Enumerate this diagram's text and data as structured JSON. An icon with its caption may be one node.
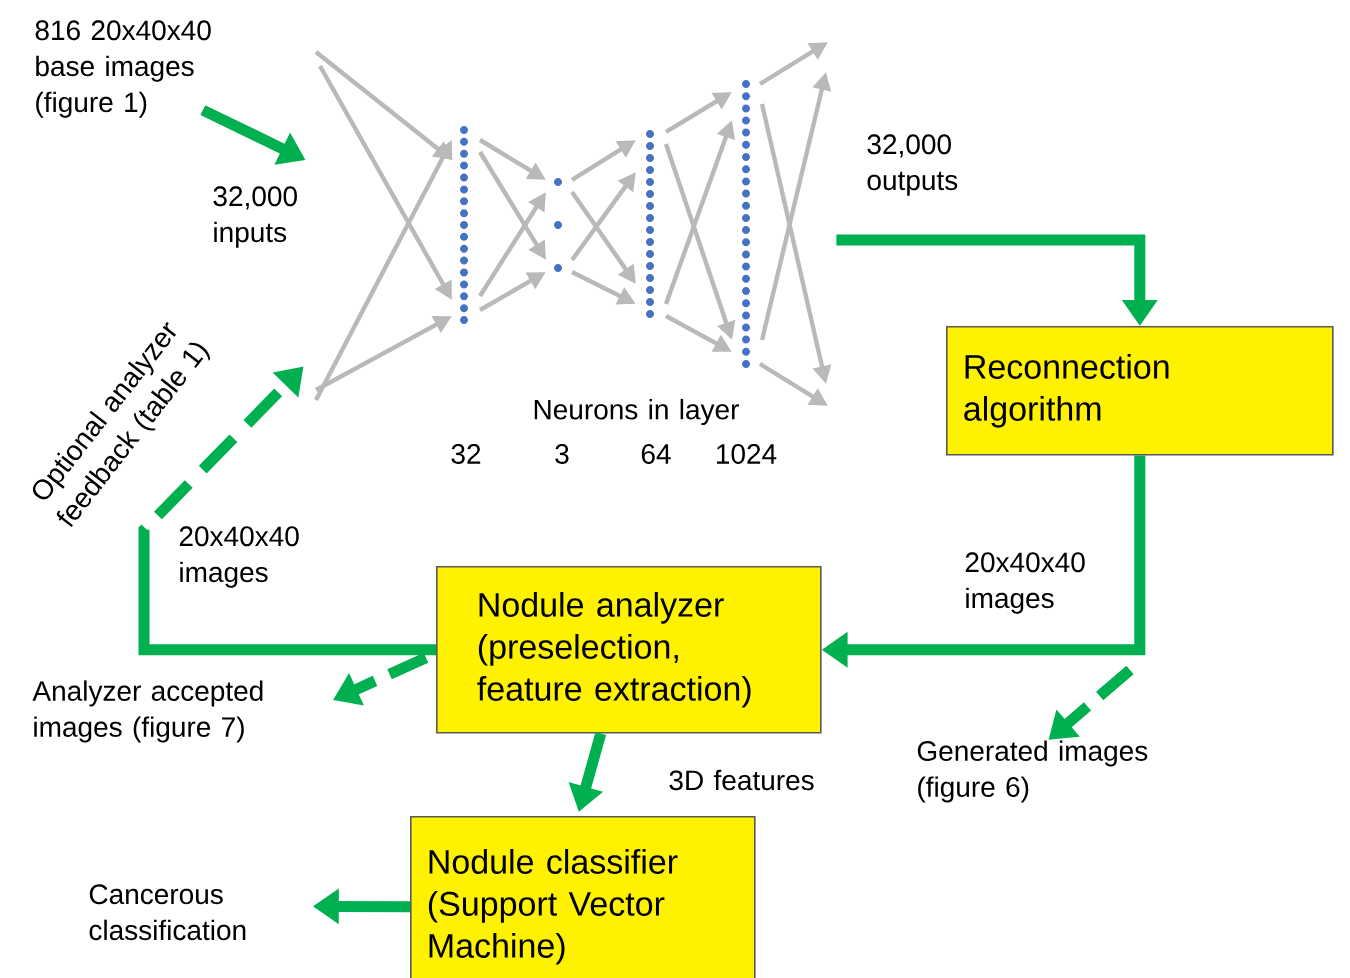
{
  "diagram": {
    "nodes": [
      {
        "text": [
          "816 20x40x40 base images (figure 1)"
        ]
      },
      {
        "text": [],
        "shape": "picture"
      },
      {
        "text": [
          "Reconnection algorithm"
        ]
      },
      {
        "text": [
          "Nodule analyzer (preselection, feature extraction)"
        ]
      },
      {
        "text": [
          "Analyzer accepted images (figure 7)"
        ]
      },
      {
        "text": [
          "Generated images (figure 6)"
        ]
      },
      {
        "text": [
          "Nodule classifier (Support Vector Machine)"
        ]
      },
      {
        "text": [
          "Cancerous classification"
        ]
      }
    ],
    "edges": [
      {
        "from": 0,
        "to": 1,
        "arrow": "to"
      },
      {
        "from": 1,
        "to": 2,
        "arrow": "to",
        "label": "32,000 outputs"
      },
      {
        "from": 2,
        "to": 3,
        "arrow": "to",
        "label": "20x40x40 images"
      },
      {
        "from": null,
        "to": 5,
        "arrow": "to",
        "style": "dashed"
      },
      {
        "from": 3,
        "to": 4,
        "arrow": "to",
        "style": "dashed"
      },
      {
        "from": 3,
        "to": 6,
        "arrow": "to",
        "label": "3D features"
      },
      {
        "from": 6,
        "to": 7,
        "arrow": "to"
      },
      {
        "from": 3,
        "to": 1,
        "arrow": "to",
        "style": "dashed",
        "label": "Optional analyzer feedback (table 1)"
      }
    ],
    "labels": [
      "32,000 inputs",
      "20x40x40 images",
      "Neurons in layer",
      "32",
      "3",
      "64",
      "1024"
    ]
  }
}
